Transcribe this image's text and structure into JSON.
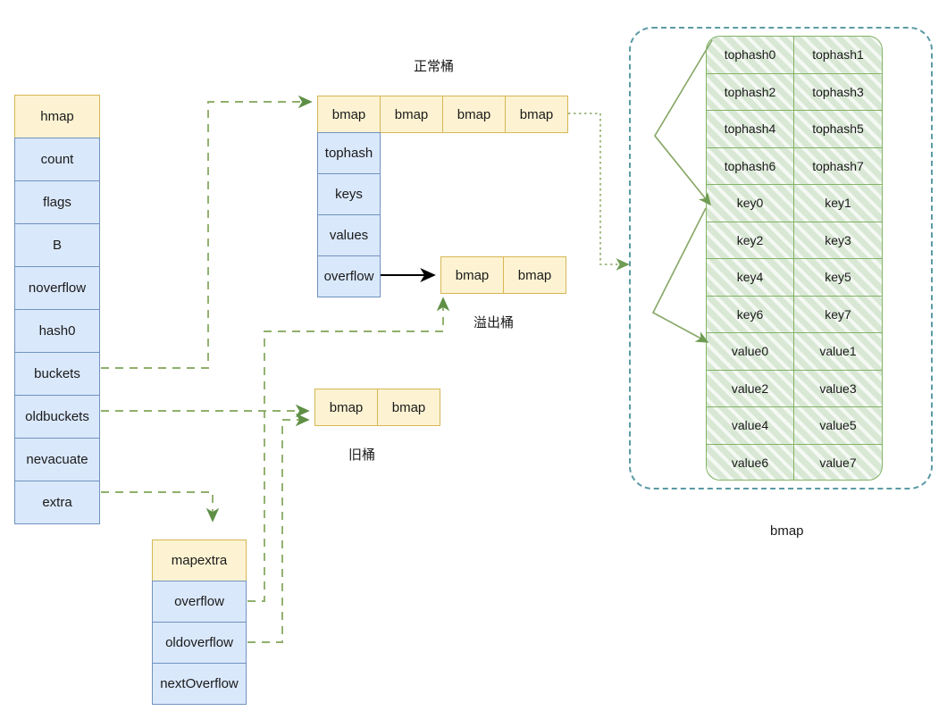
{
  "colors": {
    "yellow_fill": "#fdf3d2",
    "yellow_stroke": "#d6b656",
    "blue_fill": "#dae8fc",
    "blue_stroke": "#7093bf",
    "green_fill": "#d9e8d5",
    "green_stroke": "#82b366",
    "teal_dashed": "#5b9aa5",
    "connector_green": "#6f9c53",
    "connector_black": "#000000"
  },
  "hmap": {
    "title": "hmap",
    "fields": [
      {
        "label": "count"
      },
      {
        "label": "flags"
      },
      {
        "label": "B"
      },
      {
        "label": "noverflow"
      },
      {
        "label": "hash0"
      },
      {
        "label": "buckets"
      },
      {
        "label": "oldbuckets"
      },
      {
        "label": "nevacuate"
      },
      {
        "label": "extra"
      }
    ]
  },
  "mapextra": {
    "title": "mapextra",
    "fields": [
      {
        "label": "overflow"
      },
      {
        "label": "oldoverflow"
      },
      {
        "label": "nextOverflow"
      }
    ]
  },
  "normal_bucket": {
    "caption": "正常桶",
    "cells": [
      {
        "label": "bmap"
      },
      {
        "label": "bmap"
      },
      {
        "label": "bmap"
      },
      {
        "label": "bmap"
      }
    ],
    "fields": [
      {
        "label": "tophash"
      },
      {
        "label": "keys"
      },
      {
        "label": "values"
      },
      {
        "label": "overflow"
      }
    ]
  },
  "overflow_bucket": {
    "caption": "溢出桶",
    "cells": [
      {
        "label": "bmap"
      },
      {
        "label": "bmap"
      }
    ]
  },
  "old_bucket": {
    "caption": "旧桶",
    "cells": [
      {
        "label": "bmap"
      },
      {
        "label": "bmap"
      }
    ]
  },
  "bmap_detail": {
    "caption": "bmap",
    "rows": [
      {
        "left": "tophash0",
        "right": "tophash1"
      },
      {
        "left": "tophash2",
        "right": "tophash3"
      },
      {
        "left": "tophash4",
        "right": "tophash5"
      },
      {
        "left": "tophash6",
        "right": "tophash7"
      },
      {
        "left": "key0",
        "right": "key1"
      },
      {
        "left": "key2",
        "right": "key3"
      },
      {
        "left": "key4",
        "right": "key5"
      },
      {
        "left": "key6",
        "right": "key7"
      },
      {
        "left": "value0",
        "right": "value1"
      },
      {
        "left": "value2",
        "right": "value3"
      },
      {
        "left": "value4",
        "right": "value5"
      },
      {
        "left": "value6",
        "right": "value7"
      }
    ]
  },
  "connectors": [
    {
      "name": "buckets-to-normal-bucket",
      "style": "dashed-green"
    },
    {
      "name": "oldbuckets-to-old-bucket",
      "style": "dashed-green"
    },
    {
      "name": "extra-to-mapextra",
      "style": "dashed-green"
    },
    {
      "name": "mapextra-overflow-to-overflow-bucket",
      "style": "dashed-green"
    },
    {
      "name": "mapextra-oldoverflow-to-old-bucket",
      "style": "dashed-green"
    },
    {
      "name": "bucket-overflow-to-overflow-bucket",
      "style": "solid-black"
    },
    {
      "name": "normal-bucket-to-bmap-detail",
      "style": "dotted-green"
    },
    {
      "name": "tophash-bracket",
      "style": "solid-green"
    },
    {
      "name": "keys-bracket",
      "style": "solid-green"
    }
  ]
}
